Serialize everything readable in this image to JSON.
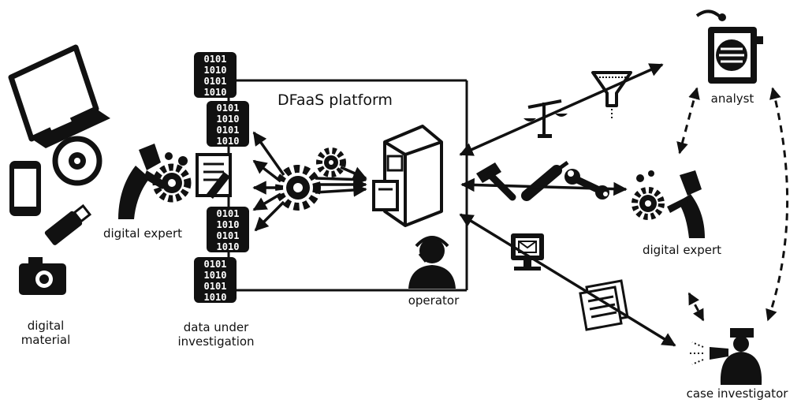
{
  "title": "DFaaS platform",
  "labels": {
    "digital_material_line1": "digital",
    "digital_material_line2": "material",
    "digital_expert_left": "digital expert",
    "data_line1": "data under",
    "data_line2": "investigation",
    "operator": "operator",
    "analyst": "analyst",
    "digital_expert_right": "digital expert",
    "case_investigator": "case investigator"
  },
  "binary_text": [
    "0101",
    "1010",
    "0101",
    "1010"
  ],
  "colors": {
    "ink": "#111111",
    "background": "#ffffff"
  },
  "icons": [
    "laptop-icon",
    "cd-icon",
    "phone-icon",
    "usb-drive-icon",
    "camera-icon",
    "digital-expert-figure-icon",
    "gear-icon",
    "document-pen-icon",
    "binary-data-block-icon",
    "filing-cabinet-icon",
    "operator-headset-icon",
    "scales-icon",
    "funnel-icon",
    "analyst-machine-icon",
    "hammer-icon",
    "wrench-icon",
    "screwdriver-icon",
    "monitor-mail-icon",
    "report-document-icon",
    "case-investigator-figure-icon"
  ]
}
